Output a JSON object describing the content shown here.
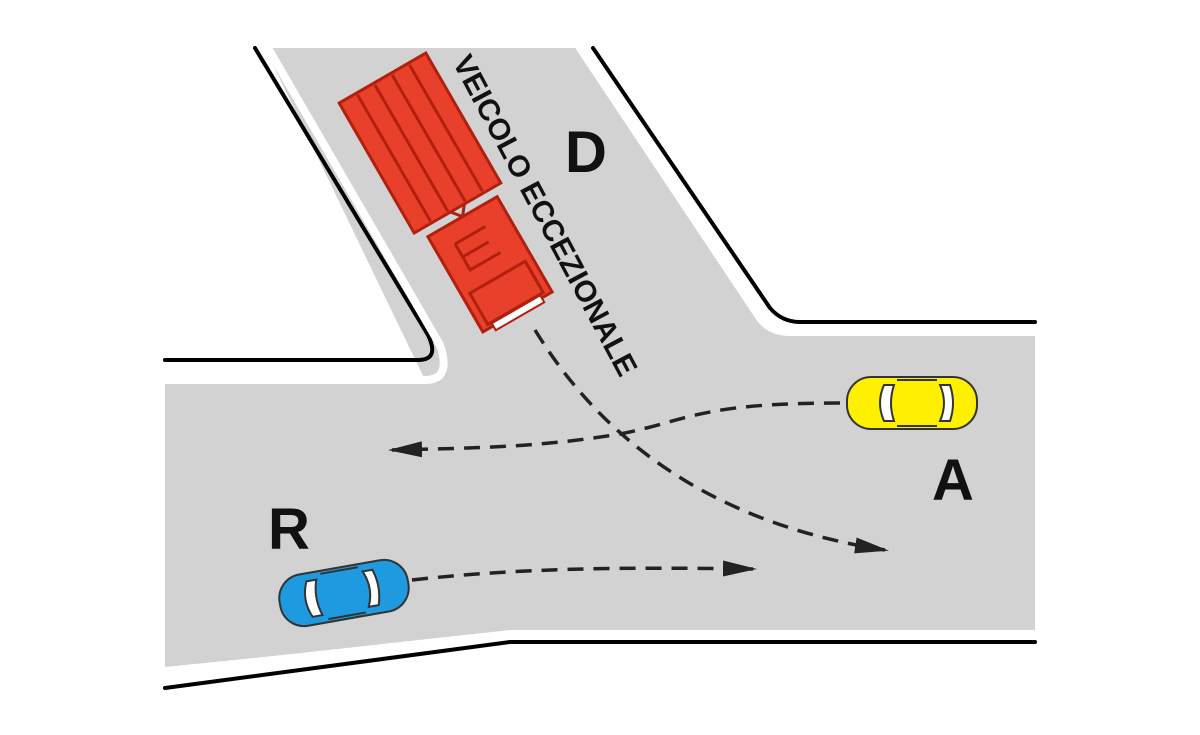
{
  "vehicles": {
    "truck": {
      "id_label": "D",
      "text": "VEICOLO ECCEZIONALE",
      "color": "#e8402a",
      "dark": "#b1200f"
    },
    "car_a": {
      "id_label": "A",
      "color": "#ffef00"
    },
    "car_r": {
      "id_label": "R",
      "color": "#1e9be0"
    }
  },
  "colors": {
    "road": "#d2d2d2",
    "edge": "#000000",
    "path": "#222222",
    "background": "#ffffff"
  }
}
